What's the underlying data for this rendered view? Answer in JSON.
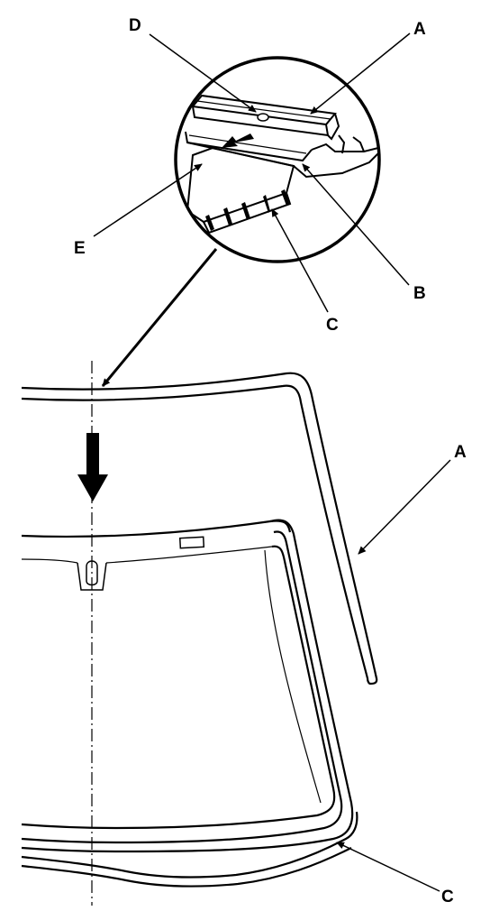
{
  "diagram": {
    "labels": {
      "a_top": "A",
      "d": "D",
      "b": "B",
      "c_detail": "C",
      "e": "E",
      "a_right": "A",
      "c_bottom": "C"
    }
  },
  "colors": {
    "ink": "#000000",
    "background": "#ffffff"
  },
  "icons": {
    "install_direction": "down-arrow-icon",
    "detail_view": "magnifier-circle-icon"
  }
}
